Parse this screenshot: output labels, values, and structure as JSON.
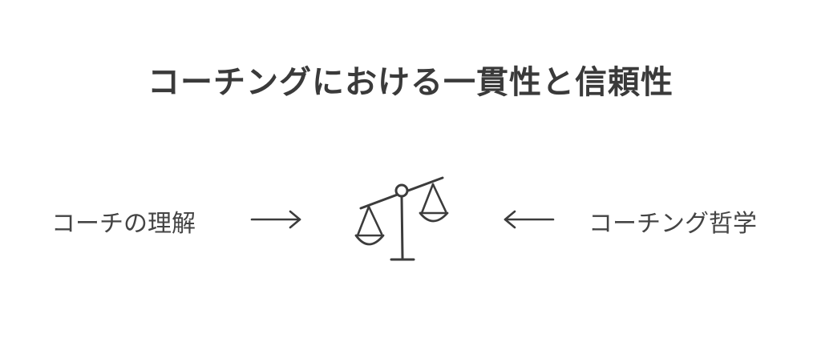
{
  "title": "コーチングにおける一貫性と信頼性",
  "left_label": "コーチの理解",
  "right_label": "コーチング哲学",
  "icons": {
    "center": "balance-scale-icon",
    "left_arrow": "arrow-right-icon",
    "right_arrow": "arrow-left-icon"
  },
  "colors": {
    "text": "#3c3c3c",
    "stroke": "#3c3c3c",
    "background": "#ffffff"
  }
}
